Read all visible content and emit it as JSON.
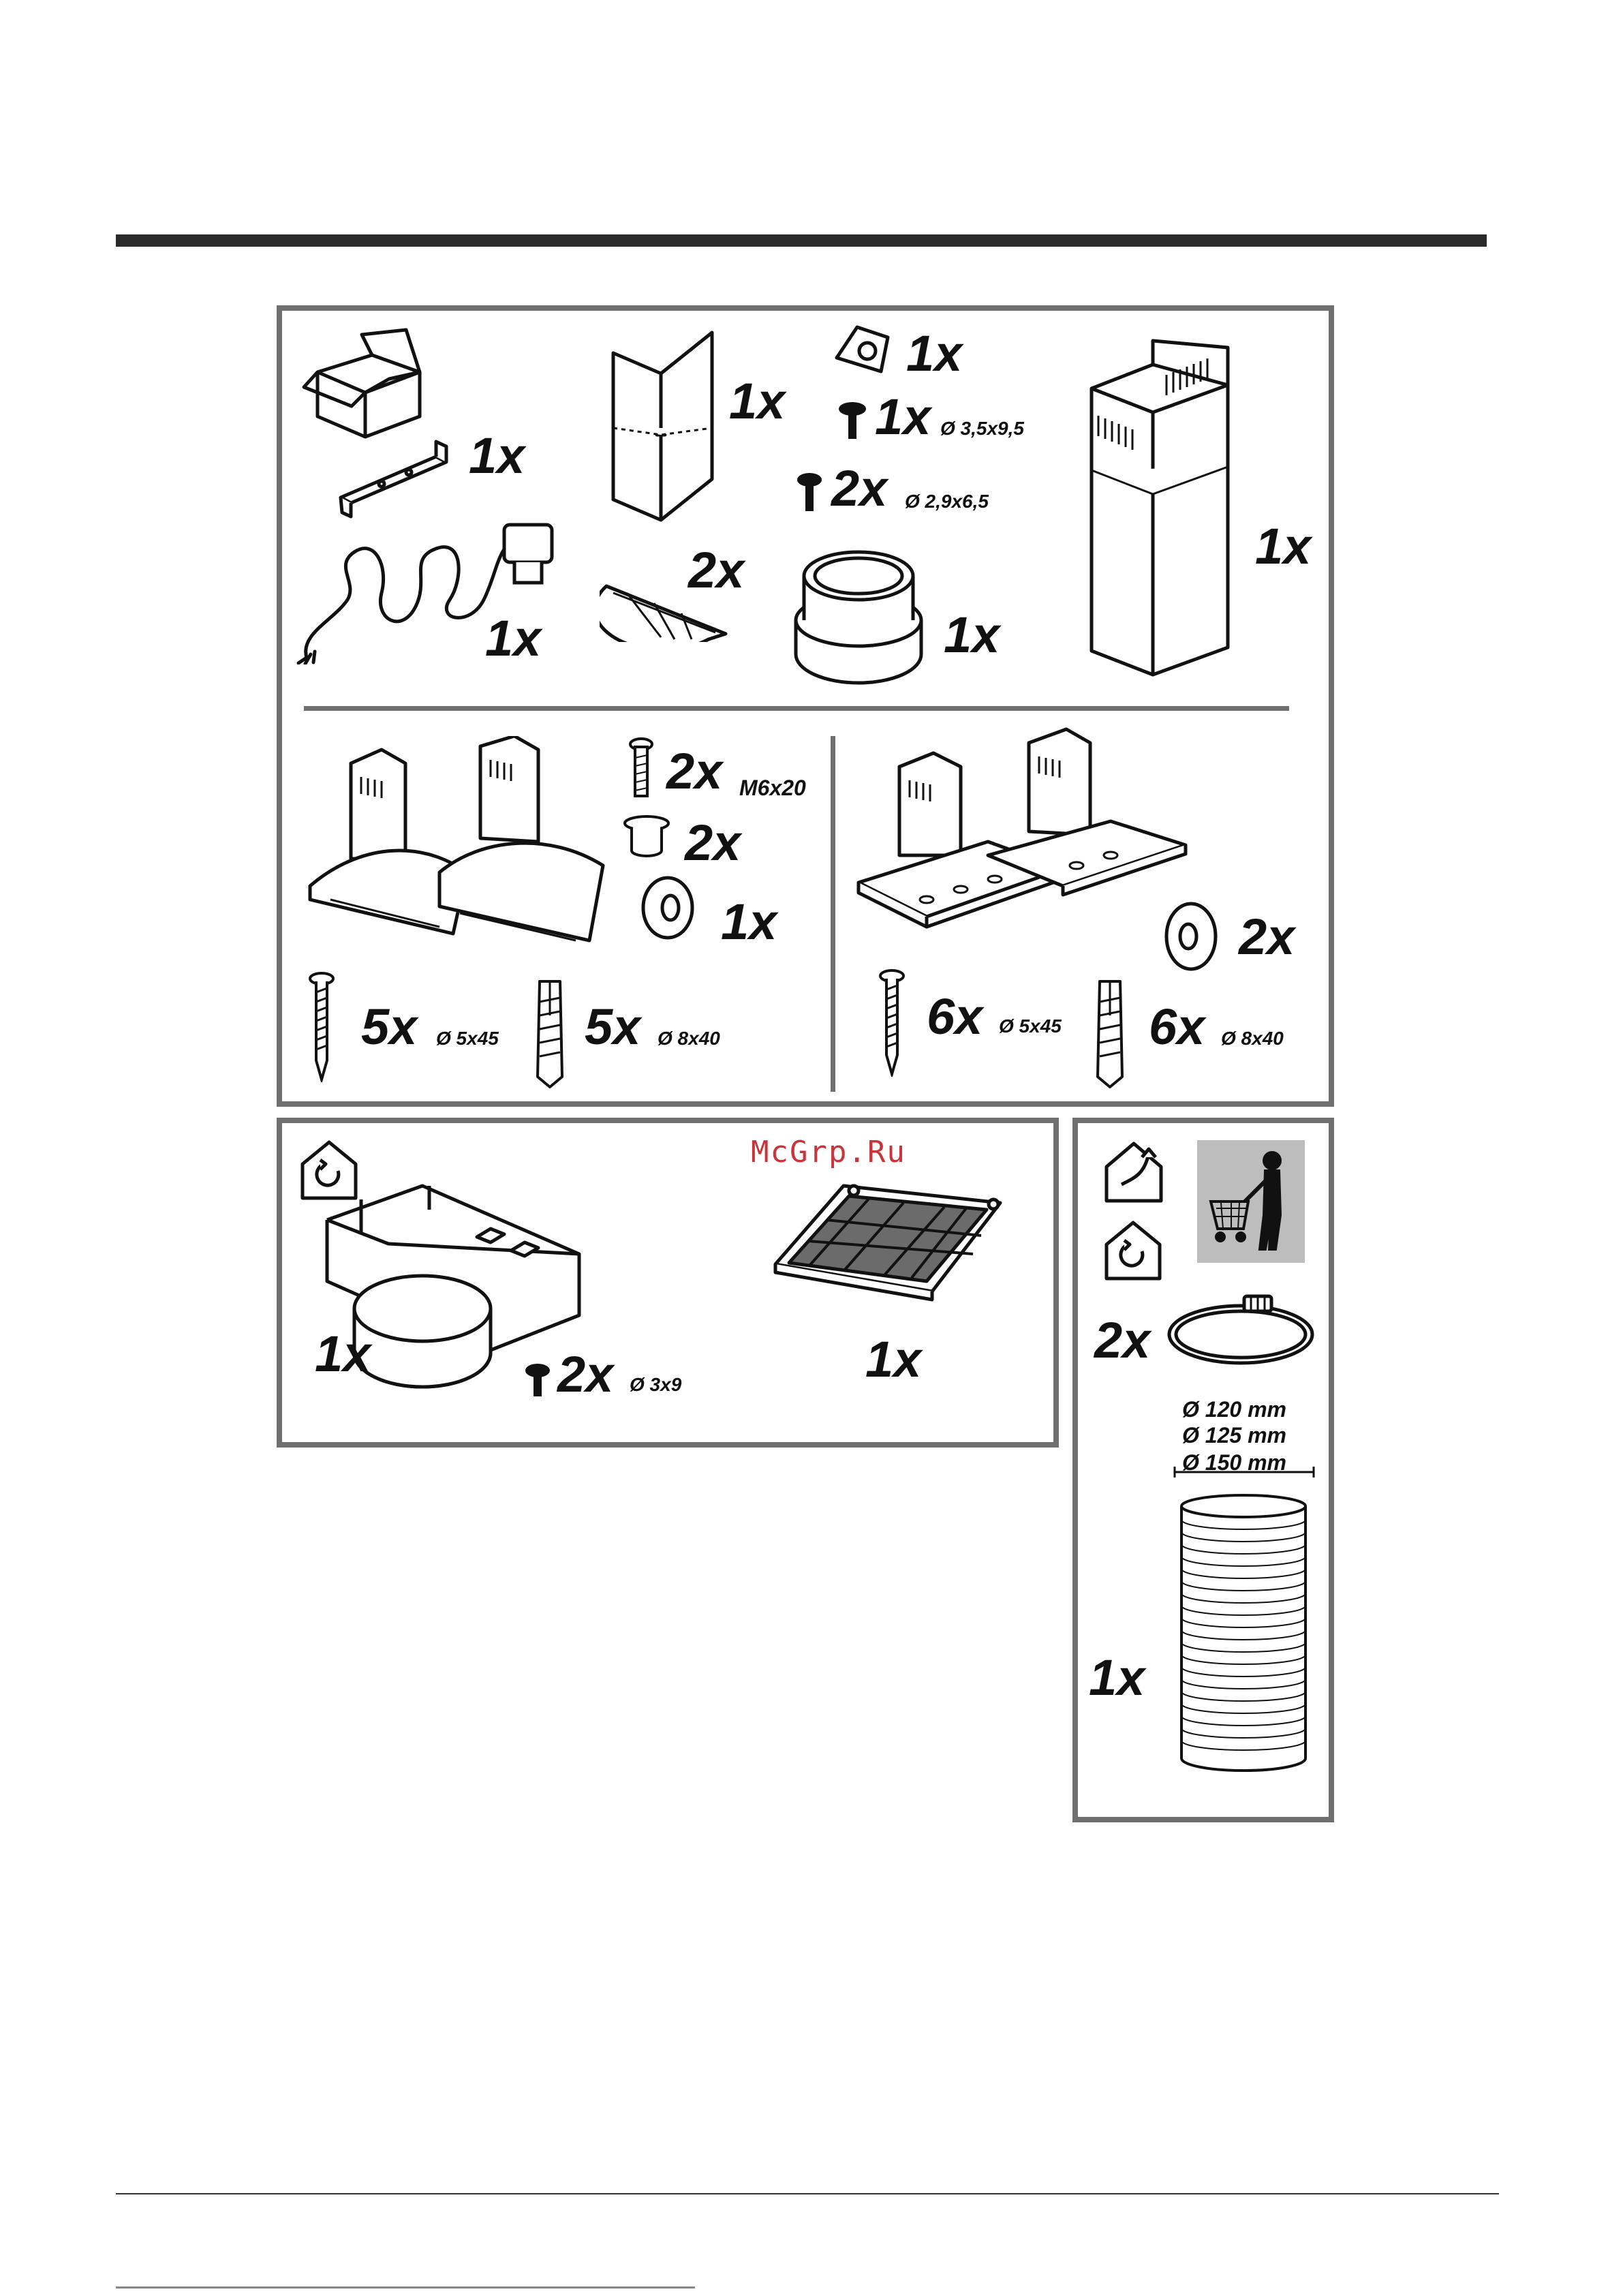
{
  "watermark": "McGrp.Ru",
  "box1": {
    "bracket_qty": "1x",
    "cable_qty": "1x",
    "template_qty": "1x",
    "clip_qty": "1x",
    "screw_a_qty": "1x",
    "screw_a_spec": "Ø 3,5x9,5",
    "screw_b_qty": "2x",
    "screw_b_spec": "Ø 2,9x6,5",
    "valve_qty": "2x",
    "collar_qty": "1x",
    "chimney_qty": "1x"
  },
  "box2_left": {
    "m6_qty": "2x",
    "m6_spec": "M6x20",
    "spacer_qty": "2x",
    "washer_qty": "1x",
    "screw_qty": "5x",
    "screw_spec": "Ø 5x45",
    "plug_qty": "5x",
    "plug_spec": "Ø 8x40"
  },
  "box2_right": {
    "washer_qty": "2x",
    "screw_qty": "6x",
    "screw_spec": "Ø 5x45",
    "plug_qty": "6x",
    "plug_spec": "Ø 8x40"
  },
  "box3": {
    "deflector_qty": "1x",
    "screw_qty": "2x",
    "screw_spec": "Ø 3x9",
    "filter_qty": "1x"
  },
  "box4": {
    "clamp_qty": "2x",
    "diameters": [
      "Ø 120 mm",
      "Ø 125 mm",
      "Ø 150 mm"
    ],
    "hose_qty": "1x"
  }
}
